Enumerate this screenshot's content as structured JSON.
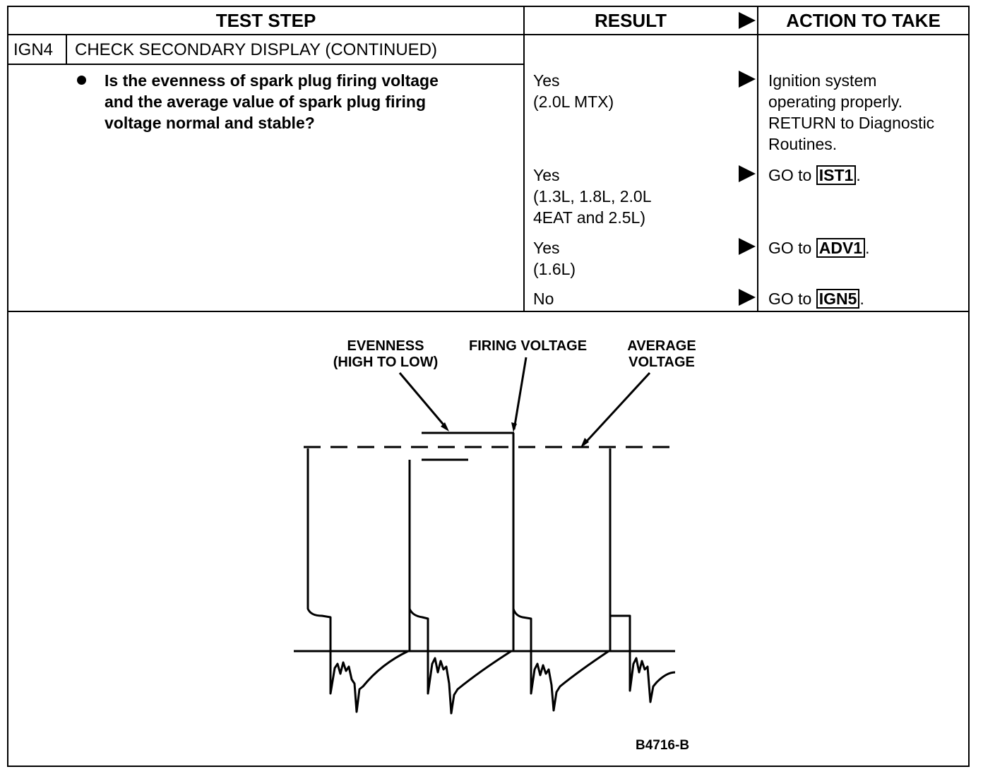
{
  "header": {
    "test_step": "TEST STEP",
    "result": "RESULT",
    "action": "ACTION TO TAKE"
  },
  "step": {
    "id": "IGN4",
    "title": "CHECK SECONDARY DISPLAY (CONTINUED)",
    "question": "Is the evenness of spark plug firing voltage\nand the average value of spark plug firing\nvoltage normal and stable?"
  },
  "rows": [
    {
      "result": "Yes\n(2.0L MTX)",
      "action_text": "Ignition system\noperating properly.\nRETURN to Diagnostic\nRoutines."
    },
    {
      "result": "Yes\n(1.3L, 1.8L, 2.0L\n4EAT and 2.5L)",
      "action_prefix": "GO to ",
      "action_ref": "IST1",
      "action_suffix": "."
    },
    {
      "result": "Yes\n(1.6L)",
      "action_prefix": "GO to ",
      "action_ref": "ADV1",
      "action_suffix": "."
    },
    {
      "result": "No",
      "action_prefix": "GO to ",
      "action_ref": "IGN5",
      "action_suffix": "."
    }
  ],
  "diagram": {
    "label_evenness": "EVENNESS\n(HIGH TO LOW)",
    "label_firing": "FIRING VOLTAGE",
    "label_average": "AVERAGE\nVOLTAGE",
    "figure_code": "B4716-B"
  }
}
